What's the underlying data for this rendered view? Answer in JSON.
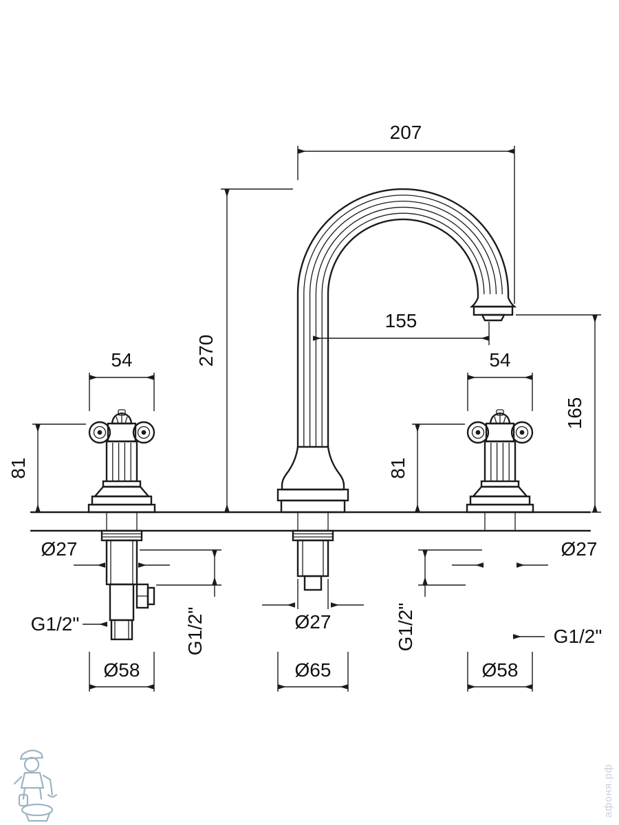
{
  "drawing": {
    "subject": "three-hole-basin-faucet-technical-drawing",
    "line_color": "#1b1b1b",
    "background": "#ffffff"
  },
  "dims": {
    "spout_spacing": "207",
    "spout_height": "270",
    "spout_reach": "155",
    "outlet_height": "165",
    "handle_left_width": "54",
    "handle_right_width": "54",
    "handle_left_height": "81",
    "handle_right_height": "81",
    "shank_left": "Ø27",
    "shank_center": "Ø27",
    "shank_right": "Ø27",
    "base_left": "Ø58",
    "base_center": "Ø65",
    "base_right": "Ø58",
    "thread_left": "G1/2\"",
    "thread_left_outlet": "G1/2\"",
    "thread_right_outlet": "G1/2\"",
    "thread_right": "G1/2\""
  },
  "watermark": {
    "brand_vertical": "афоня.рф"
  }
}
